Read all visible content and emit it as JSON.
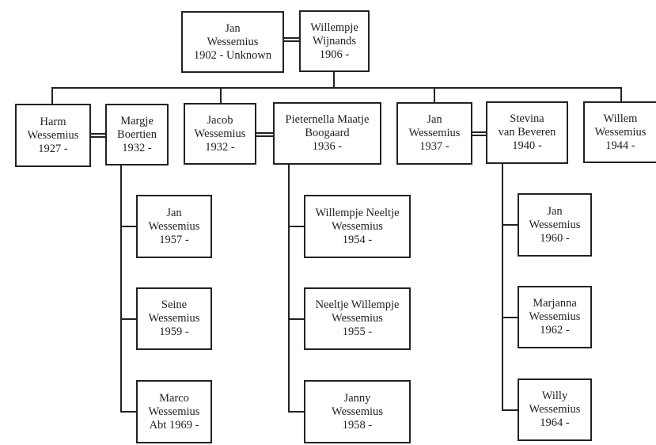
{
  "people": {
    "jan_1902": {
      "first": "Jan",
      "last": "Wessemius",
      "dates": "1902 - Unknown"
    },
    "willempje_1906": {
      "first": "Willempje",
      "last": "Wijnands",
      "dates": "1906 -"
    },
    "harm": {
      "first": "Harm",
      "last": "Wessemius",
      "dates": "1927 -"
    },
    "margje": {
      "first": "Margje",
      "last": "Boertien",
      "dates": "1932 -"
    },
    "jacob": {
      "first": "Jacob",
      "last": "Wessemius",
      "dates": "1932 -"
    },
    "pieternella": {
      "first": "Pieternella Maatje",
      "last": "Boogaard",
      "dates": "1936 -"
    },
    "jan_1937": {
      "first": "Jan",
      "last": "Wessemius",
      "dates": "1937 -"
    },
    "stevina": {
      "first": "Stevina",
      "last": "van Beveren",
      "dates": "1940 -"
    },
    "willem": {
      "first": "Willem",
      "last": "Wessemius",
      "dates": "1944 -"
    },
    "jan_1957": {
      "first": "Jan",
      "last": "Wessemius",
      "dates": "1957 -"
    },
    "seine": {
      "first": "Seine",
      "last": "Wessemius",
      "dates": "1959 -"
    },
    "marco": {
      "first": "Marco",
      "last": "Wessemius",
      "dates": "Abt 1969 -"
    },
    "willempje_neeltje": {
      "first": "Willempje Neeltje",
      "last": "Wessemius",
      "dates": "1954 -"
    },
    "neeltje_willempje": {
      "first": "Neeltje Willempje",
      "last": "Wessemius",
      "dates": "1955 -"
    },
    "janny": {
      "first": "Janny",
      "last": "Wessemius",
      "dates": "1958 -"
    },
    "jan_1960": {
      "first": "Jan",
      "last": "Wessemius",
      "dates": "1960 -"
    },
    "marjanna": {
      "first": "Marjanna",
      "last": "Wessemius",
      "dates": "1962 -"
    },
    "willy": {
      "first": "Willy",
      "last": "Wessemius",
      "dates": "1964 -"
    }
  }
}
